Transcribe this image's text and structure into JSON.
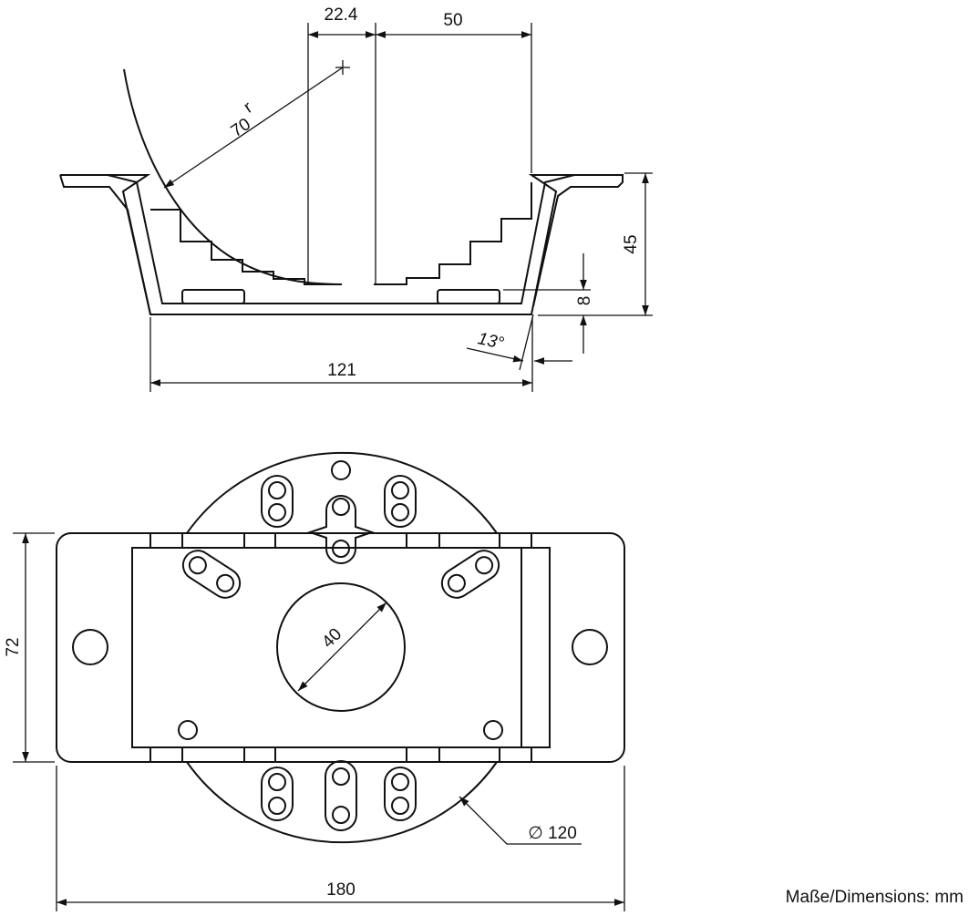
{
  "dimensions": {
    "d_22_4": "22.4",
    "d_50": "50",
    "d_70r": "70",
    "d_70r_suffix": "r",
    "d_45": "45",
    "d_8": "8",
    "d_13deg": "13°",
    "d_121": "121",
    "d_72": "72",
    "d_40": "40",
    "d_120": "∅ 120",
    "d_180": "180"
  },
  "units_note": "Maße/Dimensions: mm"
}
